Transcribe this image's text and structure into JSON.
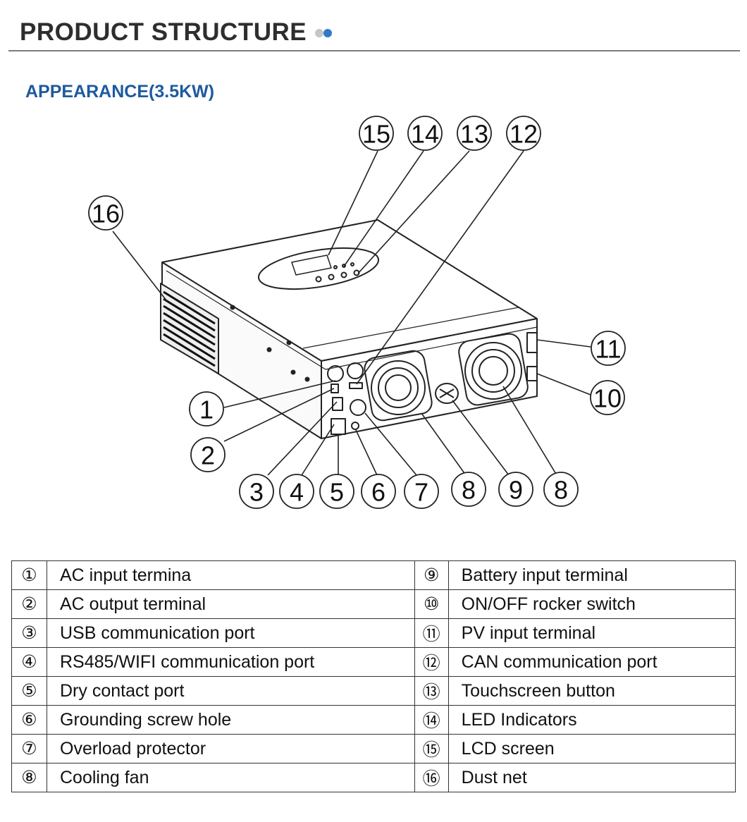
{
  "header": {
    "title": "PRODUCT STRUCTURE"
  },
  "subtitle": "APPEARANCE(3.5KW)",
  "colors": {
    "accent": "#1e5a9e",
    "dot_blue": "#2f79c6",
    "dot_grey": "#c6c6c6"
  },
  "callouts": [
    "1",
    "2",
    "3",
    "4",
    "5",
    "6",
    "7",
    "8",
    "9",
    "8",
    "10",
    "11",
    "12",
    "13",
    "14",
    "15",
    "16"
  ],
  "legend": {
    "left": [
      {
        "num": "①",
        "label": "AC input termina"
      },
      {
        "num": "②",
        "label": "AC output terminal"
      },
      {
        "num": "③",
        "label": "USB communication port"
      },
      {
        "num": "④",
        "label": "RS485/WIFI communication port"
      },
      {
        "num": "⑤",
        "label": "Dry contact port"
      },
      {
        "num": "⑥",
        "label": "Grounding screw hole"
      },
      {
        "num": "⑦",
        "label": "Overload protector"
      },
      {
        "num": "⑧",
        "label": "Cooling fan"
      }
    ],
    "right": [
      {
        "num": "⑨",
        "label": "Battery input terminal"
      },
      {
        "num": "⑩",
        "label": "ON/OFF rocker switch"
      },
      {
        "num": "⑪",
        "label": "PV input terminal"
      },
      {
        "num": "⑫",
        "label": "CAN communication port"
      },
      {
        "num": "⑬",
        "label": "Touchscreen button"
      },
      {
        "num": "⑭",
        "label": "LED Indicators"
      },
      {
        "num": "⑮",
        "label": "LCD screen"
      },
      {
        "num": "⑯",
        "label": "Dust net"
      }
    ]
  }
}
